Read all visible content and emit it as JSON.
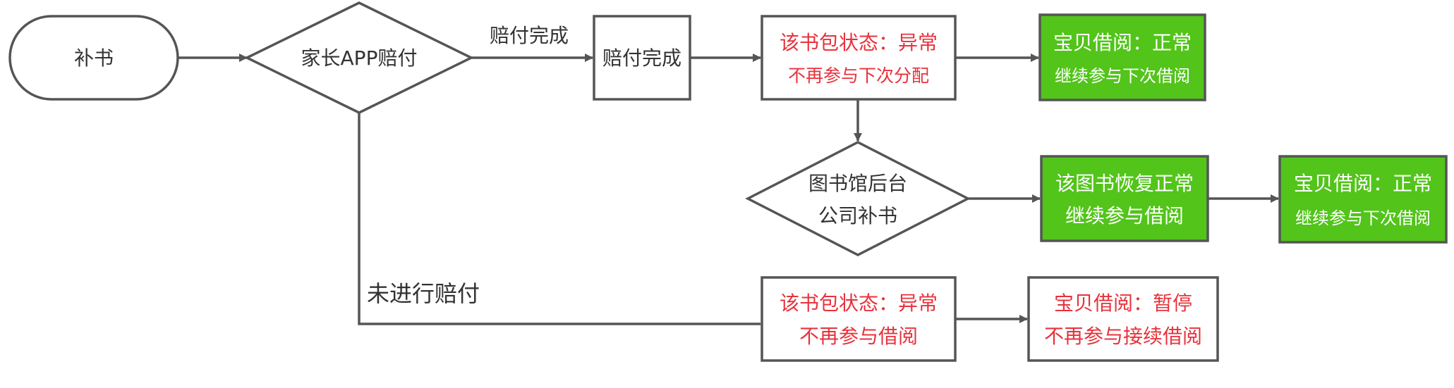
{
  "colors": {
    "stroke": "#555555",
    "text": "#333333",
    "alert_text": "#e8323c",
    "ok_fill": "#52c41a",
    "ok_text": "#ffffff"
  },
  "nodes": {
    "start": {
      "label": "补书"
    },
    "parent_app_pay": {
      "label": "家长APP赔付"
    },
    "pay_done": {
      "label": "赔付完成"
    },
    "bag_abnormal_top": {
      "line1": "该书包状态：异常",
      "line2": "不再参与下次分配"
    },
    "baby_normal_top": {
      "line1": "宝贝借阅：正常",
      "line2": "继续参与下次借阅"
    },
    "library_backend": {
      "line1": "图书馆后台",
      "line2": "公司补书"
    },
    "book_restored": {
      "line1": "该图书恢复正常",
      "line2": "继续参与借阅"
    },
    "baby_normal_mid": {
      "line1": "宝贝借阅：正常",
      "line2": "继续参与下次借阅"
    },
    "bag_abnormal_bottom": {
      "line1": "该书包状态：异常",
      "line2": "不再参与借阅"
    },
    "baby_paused": {
      "line1": "宝贝借阅：暂停",
      "line2": "不再参与接续借阅"
    }
  },
  "edges": {
    "paid_label": "赔付完成",
    "unpaid_label": "未进行赔付"
  }
}
